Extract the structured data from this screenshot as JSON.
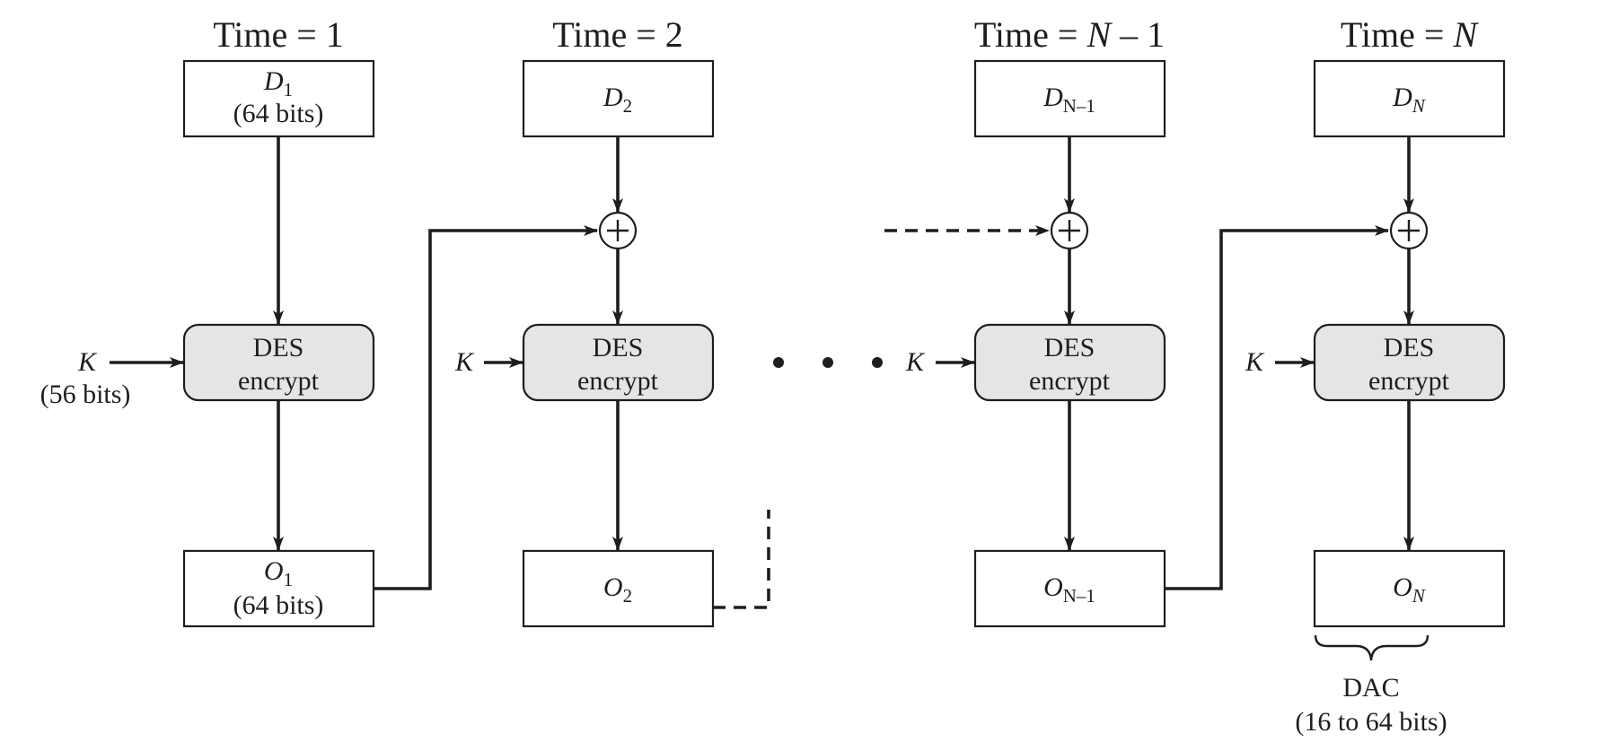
{
  "columns": [
    {
      "time_label": "Time = 1",
      "time_var": "",
      "time_suffix": "",
      "input_var": "D",
      "input_sub": "1",
      "input_note": "(64 bits)",
      "des_line1": "DES",
      "des_line2": "encrypt",
      "key_var": "K",
      "key_note": "(56 bits)",
      "output_var": "O",
      "output_sub": "1",
      "output_note": "(64 bits)"
    },
    {
      "time_label": "Time = 2",
      "time_var": "",
      "time_suffix": "",
      "input_var": "D",
      "input_sub": "2",
      "input_note": "",
      "des_line1": "DES",
      "des_line2": "encrypt",
      "key_var": "K",
      "key_note": "",
      "output_var": "O",
      "output_sub": "2",
      "output_note": ""
    },
    {
      "time_label": "Time = ",
      "time_var": "N",
      "time_suffix": " – 1",
      "input_var": "D",
      "input_sub": "N–1",
      "input_note": "",
      "des_line1": "DES",
      "des_line2": "encrypt",
      "key_var": "K",
      "key_note": "",
      "output_var": "O",
      "output_sub": "N–1",
      "output_note": ""
    },
    {
      "time_label": "Time = ",
      "time_var": "N",
      "time_suffix": "",
      "input_var": "D",
      "input_sub": "N",
      "input_note": "",
      "des_line1": "DES",
      "des_line2": "encrypt",
      "key_var": "K",
      "key_note": "",
      "output_var": "O",
      "output_sub": "N",
      "output_note": ""
    }
  ],
  "dac": {
    "label": "DAC",
    "note": "(16 to 64 bits)"
  }
}
